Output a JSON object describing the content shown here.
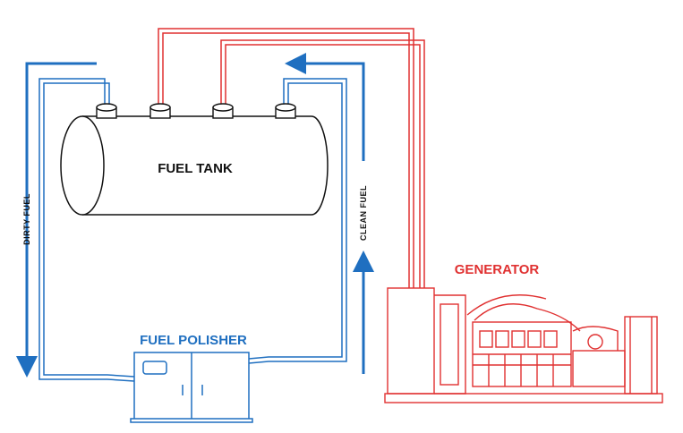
{
  "labels": {
    "fuel_tank": "FUEL TANK",
    "generator": "GENERATOR",
    "fuel_polisher": "FUEL POLISHER",
    "dirty_fuel": "DIRTY FUEL",
    "clean_fuel": "CLEAN FUEL"
  },
  "colors": {
    "fuel_line": "#1f6fc0",
    "generator_line": "#e03131",
    "outline": "#111111"
  }
}
